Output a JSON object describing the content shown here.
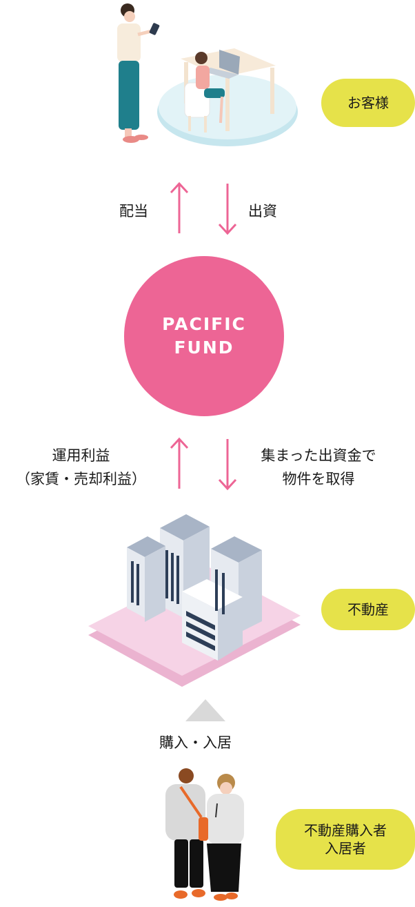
{
  "nodes": {
    "customer": {
      "label": "お客様"
    },
    "fund": {
      "label": "PACIFIC\nFUND"
    },
    "real_estate": {
      "label": "不動産"
    },
    "residents": {
      "label": "不動産購入者\n入居者"
    }
  },
  "flows": {
    "dividend": "配当",
    "investment": "出資",
    "profit": "運用利益\n（家賃・売却利益）",
    "acquire": "集まった出資金で\n物件を取得",
    "purchase": "購入・入居"
  },
  "colors": {
    "accent_pink": "#ed6595",
    "pill_yellow": "#e6e24a",
    "triangle_gray": "#d9d9d9",
    "platform_pink": "#f3cfe2",
    "table_blue": "#d6eef3"
  },
  "icons": {
    "customer": "customer-illustration",
    "building": "building-illustration",
    "residents": "residents-illustration"
  }
}
